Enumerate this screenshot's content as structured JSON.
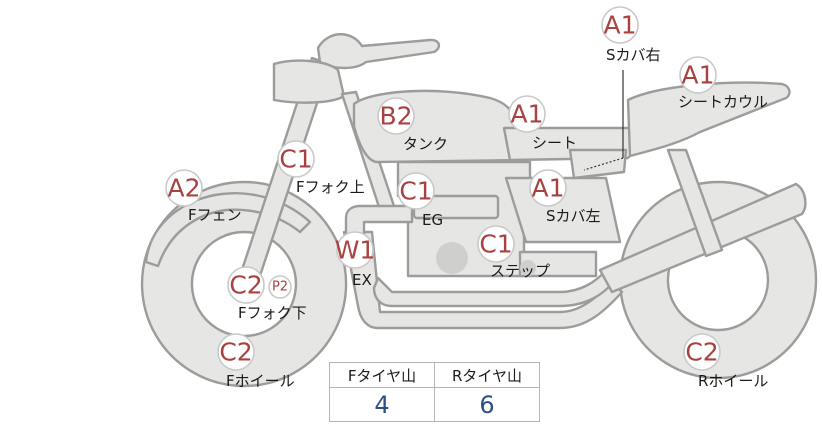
{
  "parts": [
    {
      "id": "s-cover-right",
      "grade": "A1",
      "label": "Sカバ右"
    },
    {
      "id": "seat-cowl",
      "grade": "A1",
      "label": "シートカウル"
    },
    {
      "id": "tank",
      "grade": "B2",
      "label": "タンク"
    },
    {
      "id": "seat",
      "grade": "A1",
      "label": "シート"
    },
    {
      "id": "fork-upper",
      "grade": "C1",
      "label": "Fフォク上"
    },
    {
      "id": "front-fender",
      "grade": "A2",
      "label": "Fフェン"
    },
    {
      "id": "engine",
      "grade": "C1",
      "label": "EG"
    },
    {
      "id": "s-cover-left",
      "grade": "A1",
      "label": "Sカバ左"
    },
    {
      "id": "exhaust",
      "grade": "W1",
      "label": "EX"
    },
    {
      "id": "step",
      "grade": "C1",
      "label": "ステップ"
    },
    {
      "id": "fork-lower",
      "grade": "C2",
      "label": "Fフォク下",
      "extra_grade": "P2"
    },
    {
      "id": "front-wheel",
      "grade": "C2",
      "label": "Fホイール"
    },
    {
      "id": "rear-wheel",
      "grade": "C2",
      "label": "Rホイール"
    }
  ],
  "tire_tread": {
    "headers": [
      "Fタイヤ山",
      "Rタイヤ山"
    ],
    "values": [
      "4",
      "6"
    ]
  },
  "colors": {
    "grade": "#a84241",
    "tread_value": "#2d4f86",
    "body_fill": "#e6e6e4",
    "outline": "#9c9c9a"
  }
}
